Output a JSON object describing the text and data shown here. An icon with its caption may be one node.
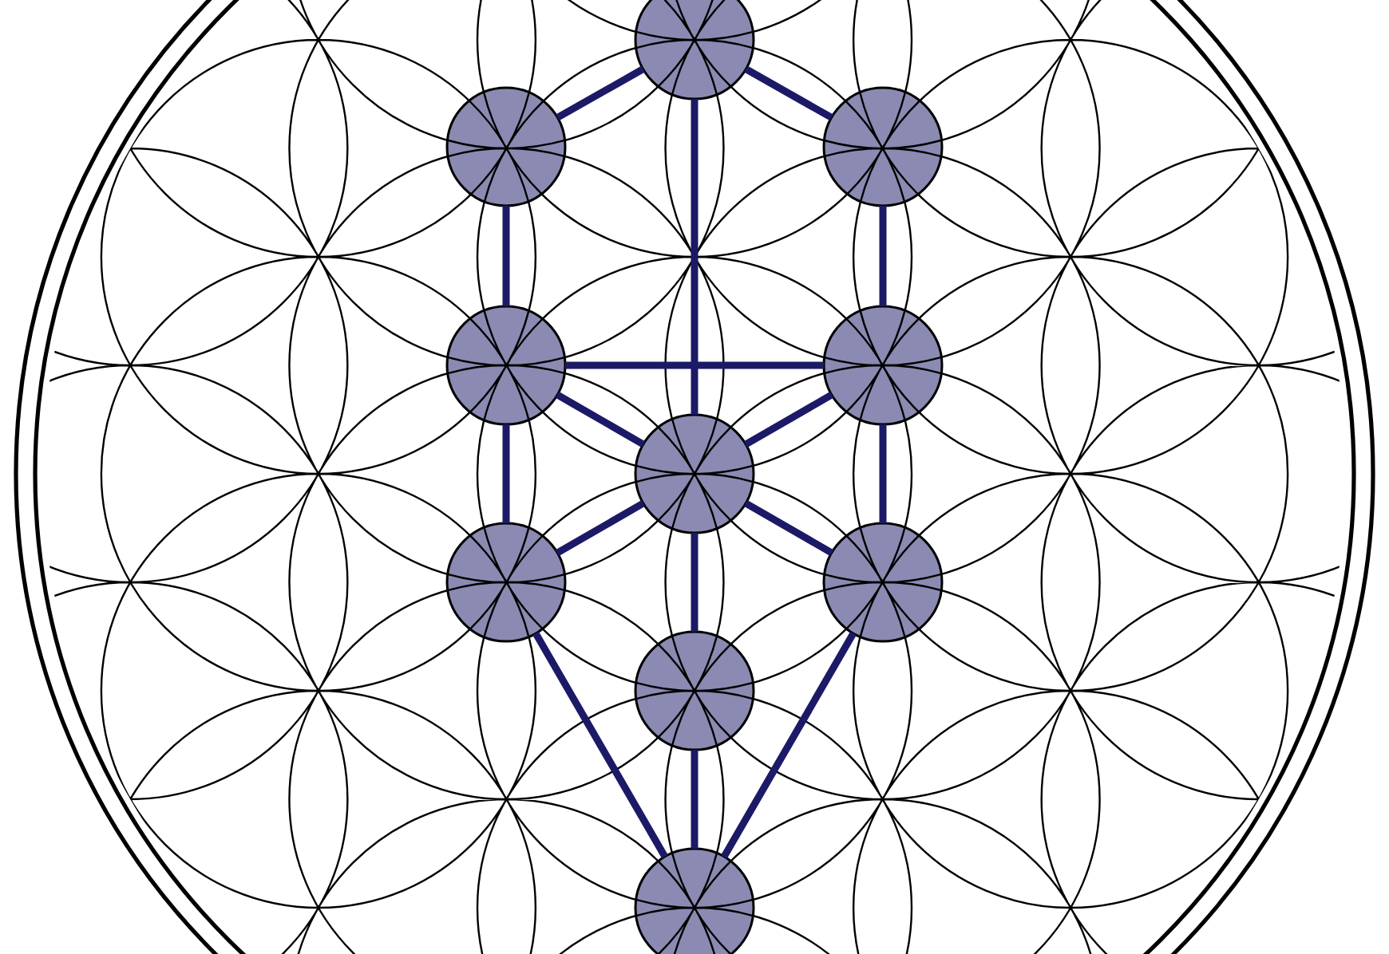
{
  "diagram": {
    "nodes": [
      {
        "text": [],
        "shape": "circle"
      },
      {
        "text": [],
        "shape": "circle"
      },
      {
        "text": [],
        "shape": "circle"
      },
      {
        "text": [],
        "shape": "circle"
      },
      {
        "text": [],
        "shape": "circle"
      },
      {
        "text": [],
        "shape": "circle"
      },
      {
        "text": [],
        "shape": "circle"
      },
      {
        "text": [],
        "shape": "circle"
      },
      {
        "text": [],
        "shape": "circle"
      },
      {
        "text": [],
        "shape": "circle"
      }
    ],
    "edges": [
      {
        "from": 0,
        "to": 1,
        "arrow": "none"
      },
      {
        "from": 0,
        "to": 2,
        "arrow": "none"
      },
      {
        "from": 0,
        "to": 5,
        "arrow": "none"
      },
      {
        "from": 1,
        "to": 3,
        "arrow": "none"
      },
      {
        "from": 2,
        "to": 4,
        "arrow": "none"
      },
      {
        "from": 3,
        "to": 4,
        "arrow": "none"
      },
      {
        "from": 3,
        "to": 5,
        "arrow": "none"
      },
      {
        "from": 4,
        "to": 5,
        "arrow": "none"
      },
      {
        "from": 3,
        "to": 6,
        "arrow": "none"
      },
      {
        "from": 4,
        "to": 7,
        "arrow": "none"
      },
      {
        "from": 5,
        "to": 6,
        "arrow": "none"
      },
      {
        "from": 5,
        "to": 7,
        "arrow": "none"
      },
      {
        "from": 5,
        "to": 8,
        "arrow": "none"
      },
      {
        "from": 6,
        "to": 9,
        "arrow": "none"
      },
      {
        "from": 7,
        "to": 9,
        "arrow": "none"
      },
      {
        "from": 8,
        "to": 9,
        "arrow": "none"
      }
    ]
  }
}
